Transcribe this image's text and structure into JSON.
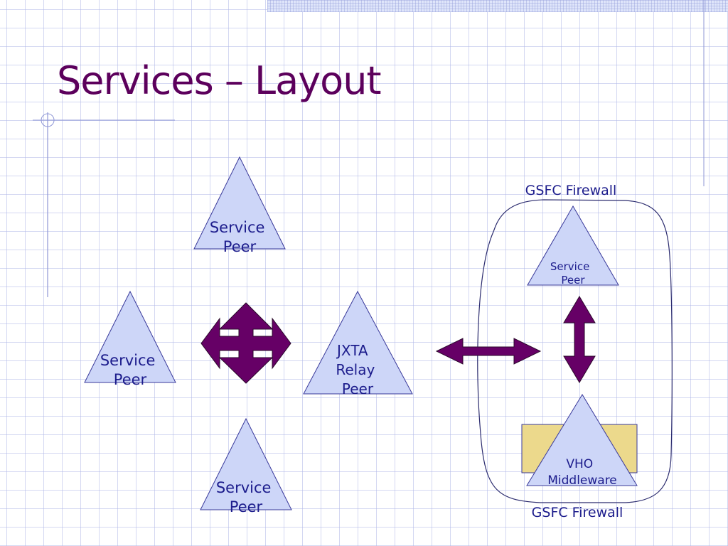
{
  "slide": {
    "title": "Services – Layout"
  },
  "diagram": {
    "nodes": {
      "service_peer_top": [
        "Service",
        "Peer"
      ],
      "service_peer_left": [
        "Service",
        "Peer"
      ],
      "service_peer_bottom": [
        "Service",
        "Peer"
      ],
      "jxta_relay_peer": [
        "JXTA",
        "Relay",
        "Peer"
      ],
      "service_peer_inside": [
        "Service",
        "Peer"
      ],
      "vho_middleware": [
        "VHO",
        "Middleware"
      ]
    },
    "firewall": {
      "top_label": "GSFC Firewall",
      "bottom_label": "GSFC Firewall"
    }
  },
  "colors": {
    "title": "#5c005c",
    "triangle_fill": "#cdd6f8",
    "triangle_stroke": "#39399a",
    "arrow_fill": "#660066",
    "box_fill": "#ecd98c",
    "label_text": "#1c1c8c",
    "grid_line": "#b0b8e8"
  }
}
